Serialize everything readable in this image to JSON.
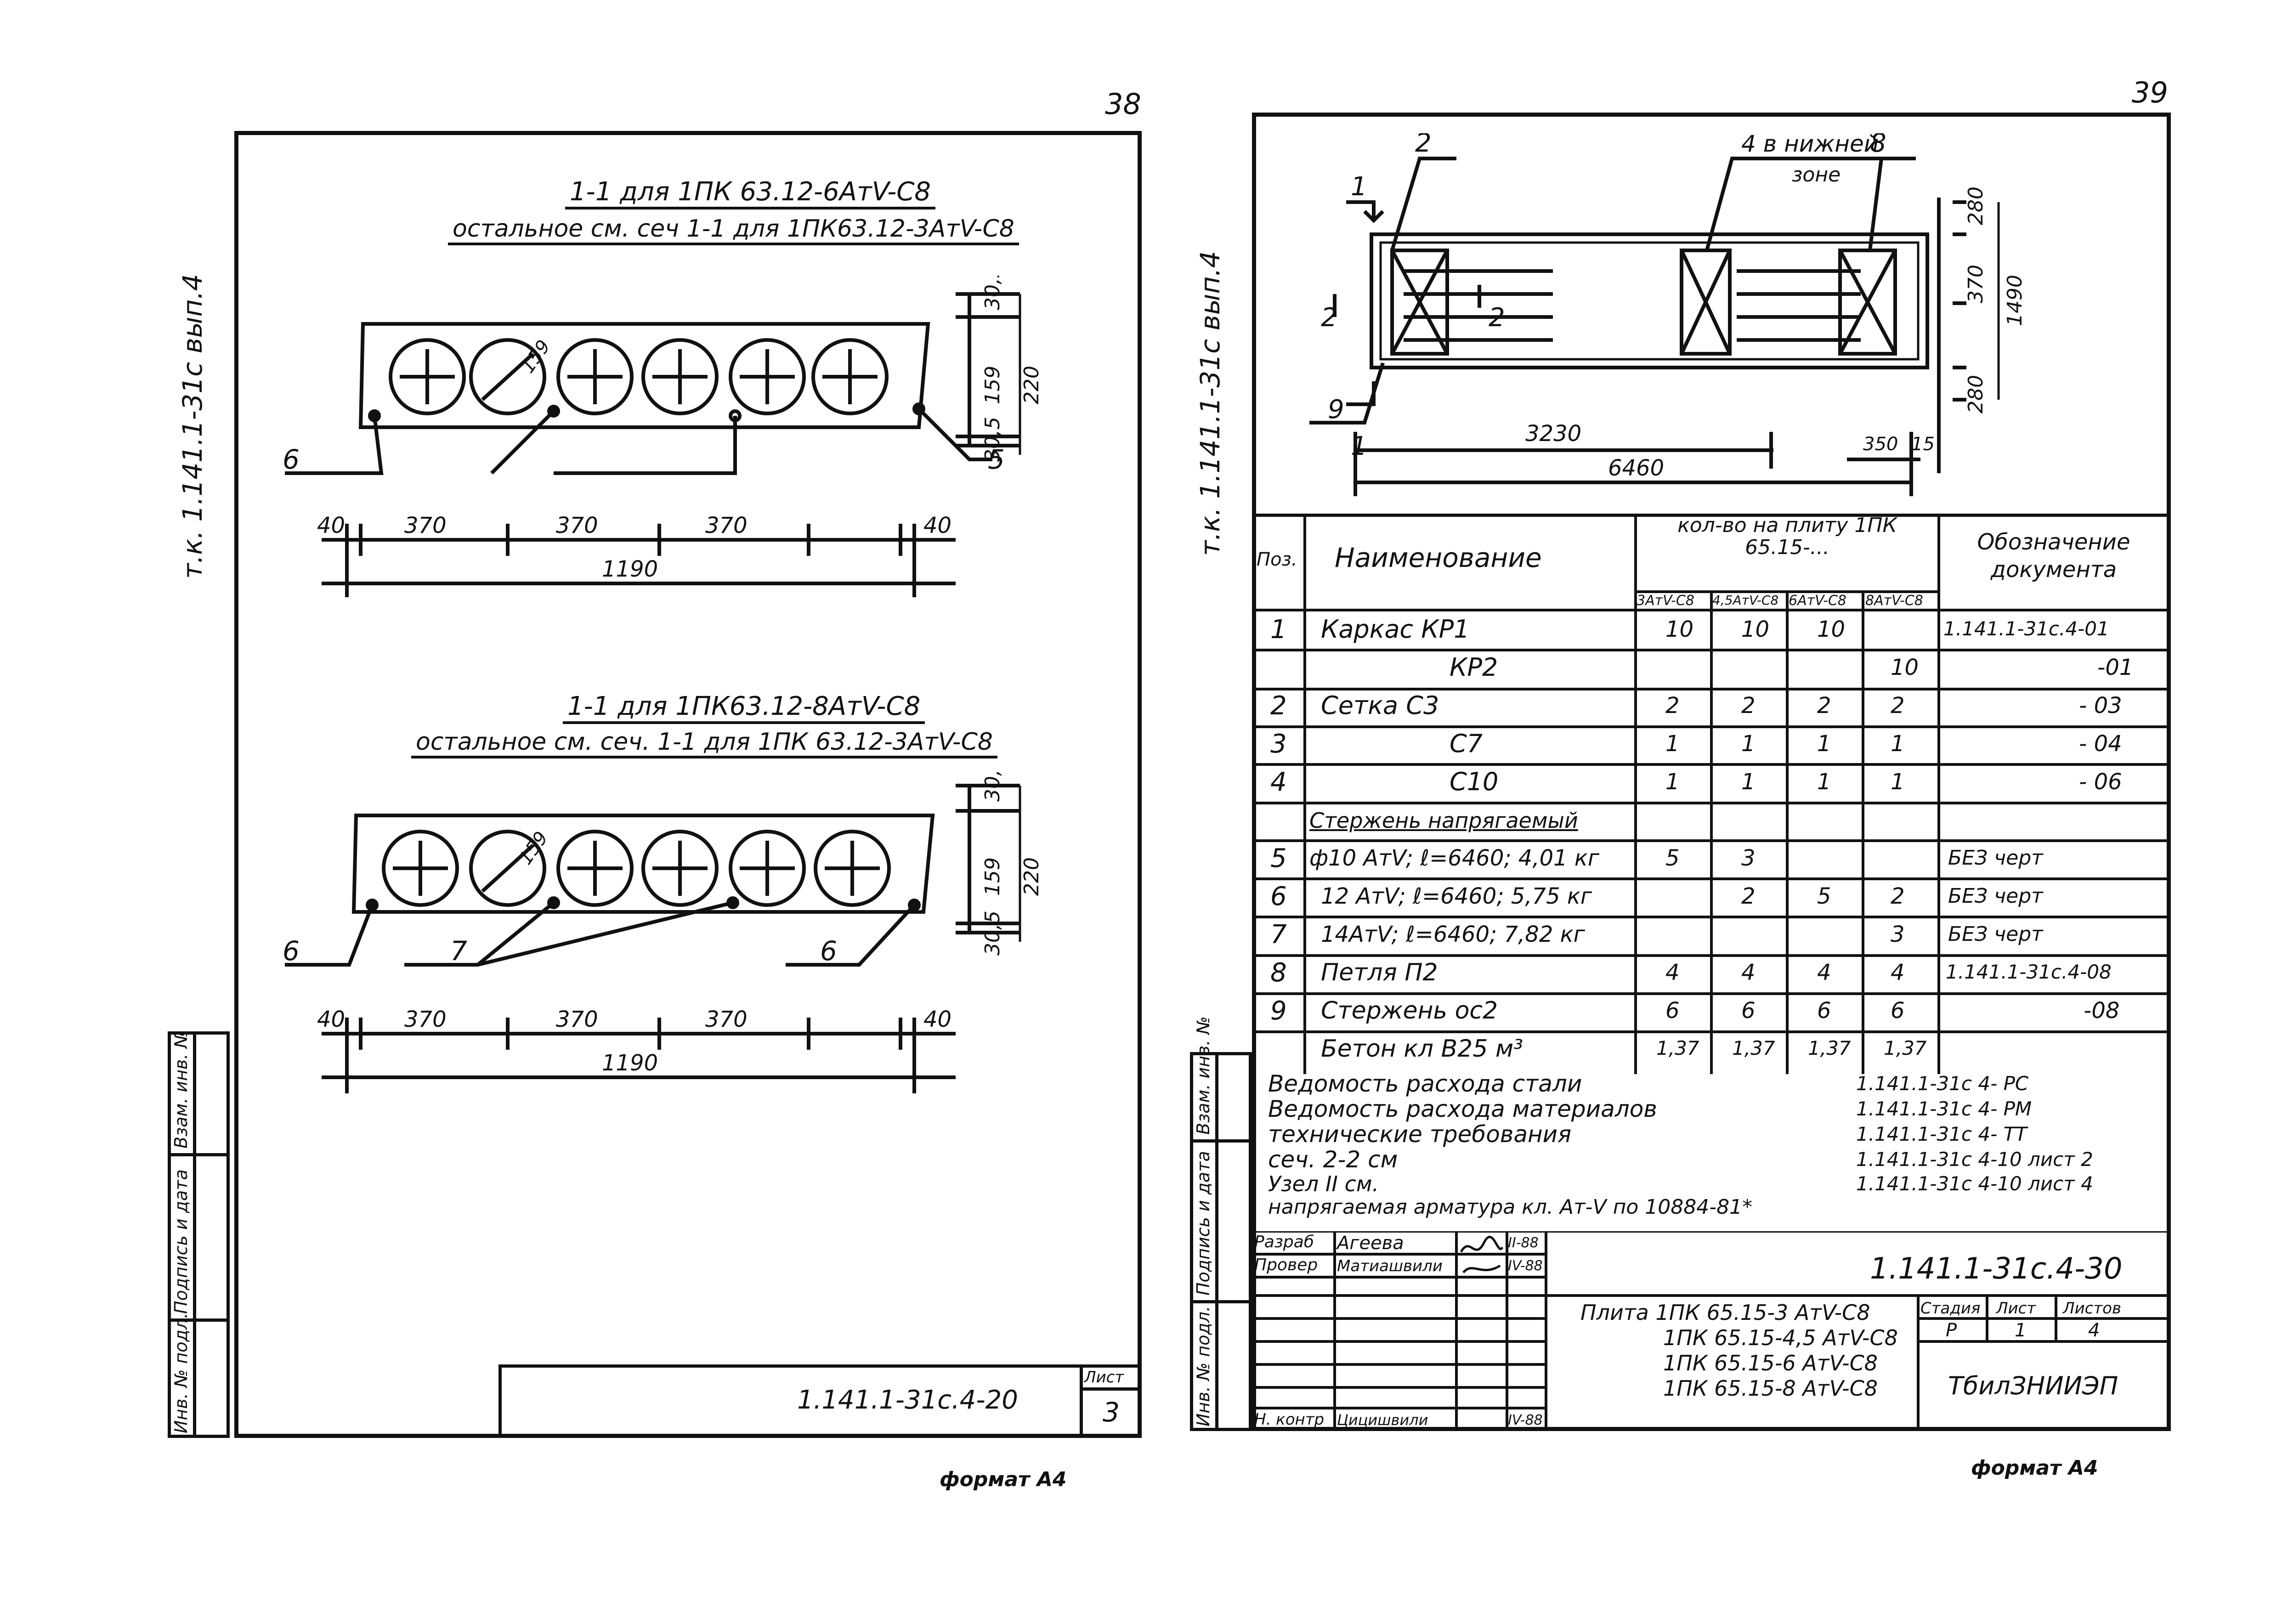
{
  "left": {
    "page_number": "38",
    "side_code": "т.к. 1.141.1-31с вып.4",
    "section1": {
      "title": "1-1 для 1ПК 63.12-6АтV-С8",
      "subtitle": "остальное см. сеч 1-1 для 1ПК63.12-3АтV-С8",
      "diameter_label": "159",
      "dims_right": [
        "30,5",
        "159",
        "220",
        "30,5"
      ],
      "callouts": [
        "6",
        "5"
      ],
      "bottom_dims": [
        "40",
        "370",
        "370",
        "370",
        "40"
      ],
      "total": "1190"
    },
    "section2": {
      "title": "1-1 для 1ПК63.12-8АтV-С8",
      "subtitle": "остальное см. сеч. 1-1 для 1ПК 63.12-3АтV-С8",
      "diameter_label": "159",
      "dims_right": [
        "30,5",
        "159",
        "220",
        "30,5"
      ],
      "callouts": [
        "6",
        "7",
        "6"
      ],
      "bottom_dims": [
        "40",
        "370",
        "370",
        "370",
        "40"
      ],
      "total": "1190"
    },
    "stamp_columns": [
      "Инв. № подл.",
      "Подпись и дата",
      "Взам. инв. №"
    ],
    "doc_code": "1.141.1-31с.4-20",
    "sheet_label": "Лист",
    "sheet_number": "3",
    "format": "формат А4"
  },
  "right": {
    "page_number": "39",
    "side_code": "т.к. 1.141.1-31с вып.4",
    "plan": {
      "labels": [
        "2",
        "4 в нижней",
        "зоне",
        "8",
        "1",
        "2",
        "2",
        "9",
        "1"
      ],
      "dims_right": [
        "280",
        "370",
        "1490",
        "280"
      ],
      "dim_3230": "3230",
      "dim_6460": "6460",
      "dim_350": "350",
      "dim_15": "15"
    },
    "table": {
      "headers": {
        "pos": "Поз.",
        "name": "Наименование",
        "qty": "кол-во на плиту 1ПК 65.15-...",
        "qty_sub": [
          "3АтV-С8",
          "4,5АтV-С8",
          "6АтV-С8",
          "8АтV-С8"
        ],
        "doc": "Обозначение документа"
      },
      "rows": [
        {
          "pos": "1",
          "name": "Каркас   КР1",
          "q": [
            "10",
            "10",
            "10",
            ""
          ],
          "doc": "1.141.1-31с.4-01"
        },
        {
          "pos": "",
          "name": "КР2",
          "q": [
            "",
            "",
            "",
            "10"
          ],
          "doc": "-01"
        },
        {
          "pos": "2",
          "name": "Сетка   С3",
          "q": [
            "2",
            "2",
            "2",
            "2"
          ],
          "doc": "- 03"
        },
        {
          "pos": "3",
          "name": "С7",
          "q": [
            "1",
            "1",
            "1",
            "1"
          ],
          "doc": "- 04"
        },
        {
          "pos": "4",
          "name": "С10",
          "q": [
            "1",
            "1",
            "1",
            "1"
          ],
          "doc": "- 06"
        },
        {
          "pos": "",
          "name": "Стержень напрягаемый",
          "q": [
            "",
            "",
            "",
            ""
          ],
          "doc": ""
        },
        {
          "pos": "5",
          "name": "ф10 АтV; ℓ=6460; 4,01 кг",
          "q": [
            "5",
            "3",
            "",
            ""
          ],
          "doc": "БЕЗ черт"
        },
        {
          "pos": "6",
          "name": "12 АтV; ℓ=6460; 5,75 кг",
          "q": [
            "",
            "2",
            "5",
            "2"
          ],
          "doc": "БЕЗ черт"
        },
        {
          "pos": "7",
          "name": "14АтV; ℓ=6460; 7,82 кг",
          "q": [
            "",
            "",
            "",
            "3"
          ],
          "doc": "БЕЗ черт"
        },
        {
          "pos": "8",
          "name": "Петля П2",
          "q": [
            "4",
            "4",
            "4",
            "4"
          ],
          "doc": "1.141.1-31с.4-08"
        },
        {
          "pos": "9",
          "name": "Стержень ос2",
          "q": [
            "6",
            "6",
            "6",
            "6"
          ],
          "doc": "-08"
        },
        {
          "pos": "",
          "name": "Бетон кл В25 м³",
          "q": [
            "1,37",
            "1,37",
            "1,37",
            "1,37"
          ],
          "doc": ""
        }
      ]
    },
    "notes": [
      {
        "text": "Ведомость расхода стали",
        "code": "1.141.1-31с 4- РС"
      },
      {
        "text": "Ведомость расхода материалов",
        "code": "1.141.1-31с 4- РМ"
      },
      {
        "text": "технические требования",
        "code": "1.141.1-31с 4- ТТ"
      },
      {
        "text": "сеч. 2-2 см",
        "code": "1.141.1-31с 4-10 лист 2"
      },
      {
        "text": "Узел II см.",
        "code": "1.141.1-31с 4-10 лист 4"
      },
      {
        "text": "напрягаемая арматура кл. Ат-V по 10884-81*",
        "code": ""
      }
    ],
    "title_block": {
      "roles": [
        {
          "role": "Разраб",
          "name": "Агеева",
          "date": "II-88"
        },
        {
          "role": "Провер",
          "name": "Матиашвили",
          "date": "IV-88"
        },
        {
          "role": "Н. контр",
          "name": "Цицишвили",
          "date": "IV-88"
        }
      ],
      "doc_code": "1.141.1-31с.4-30",
      "product": [
        "Плита 1ПК 65.15-3 АтV-С8",
        "1ПК 65.15-4,5 АтV-С8",
        "1ПК 65.15-6 АтV-С8",
        "1ПК 65.15-8 АтV-С8"
      ],
      "stage_label": "Стадия",
      "sheet_label": "Лист",
      "sheets_label": "Листов",
      "stage": "Р",
      "sheet": "1",
      "sheets": "4",
      "org": "ТбилЗНИИЭП"
    },
    "stamp_columns": [
      "Инв. № подл.",
      "Подпись и дата",
      "Взам. инв. №"
    ],
    "format": "формат А4"
  }
}
